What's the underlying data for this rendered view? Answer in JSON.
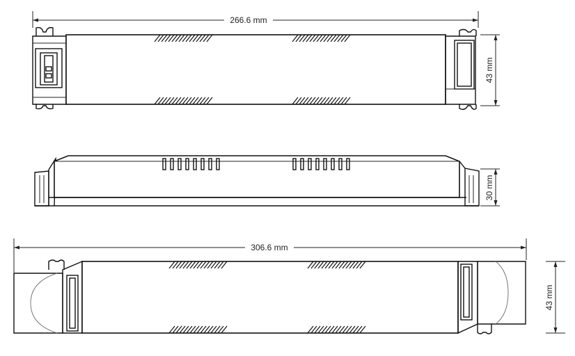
{
  "views": {
    "top_short": {
      "length_label": "266.6 mm",
      "width_label": "43 mm"
    },
    "side": {
      "height_label": "30 mm"
    },
    "top_long": {
      "length_label": "306.6 mm",
      "width_label": "43 mm"
    }
  }
}
